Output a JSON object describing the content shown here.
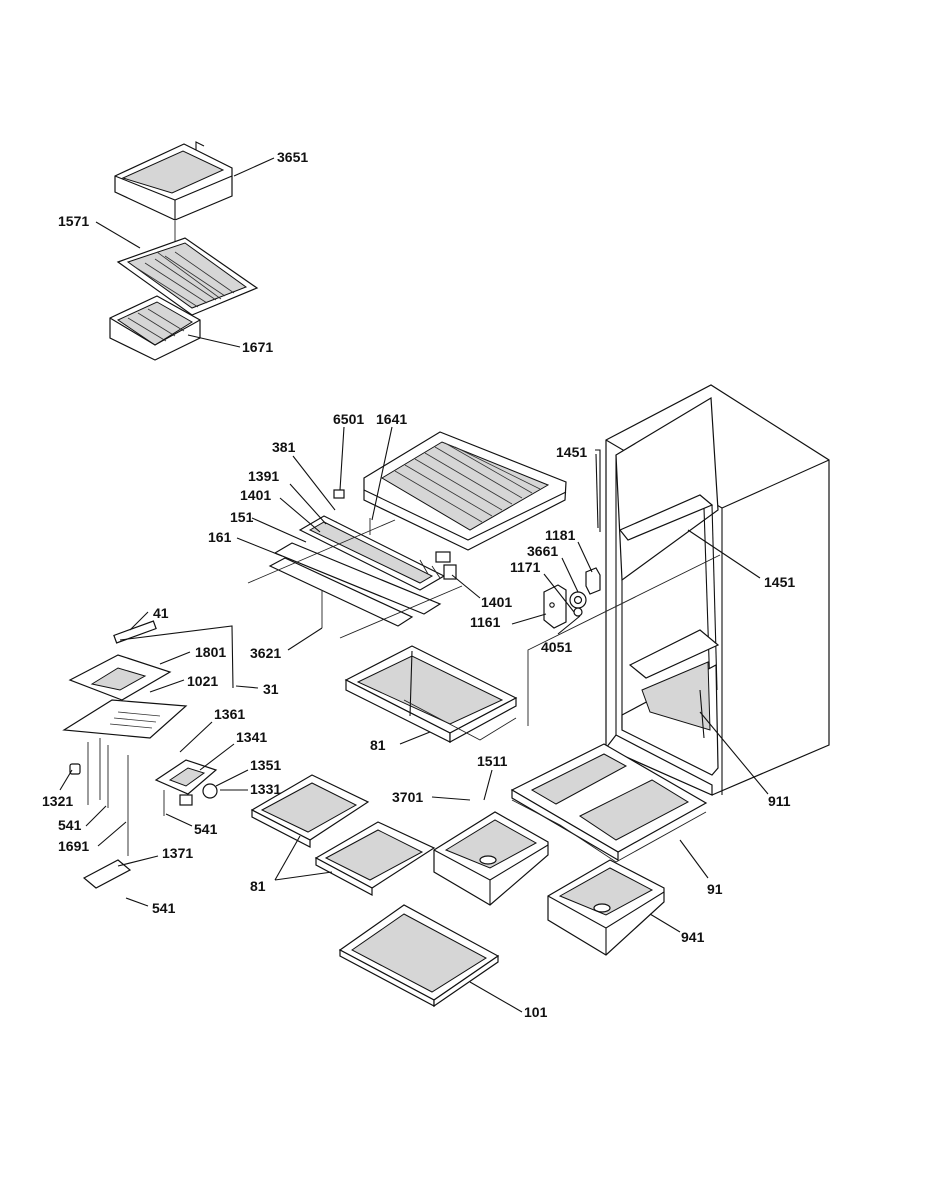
{
  "colors": {
    "ink": "#111111",
    "paper": "#ffffff",
    "shade": "#d6d6d6"
  },
  "labels": {
    "l3651": "3651",
    "l1571": "1571",
    "l1671": "1671",
    "l6501": "6501",
    "l1641": "1641",
    "l381": "381",
    "l1391": "1391",
    "l1401a": "1401",
    "l151": "151",
    "l161": "161",
    "l1401b": "1401",
    "l3621": "3621",
    "l1451a": "1451",
    "l1451b": "1451",
    "l1181": "1181",
    "l3661": "3661",
    "l1171": "1171",
    "l1161": "1161",
    "l4051": "4051",
    "l41": "41",
    "l1801": "1801",
    "l1021": "1021",
    "l31": "31",
    "l81a": "81",
    "l1361": "1361",
    "l1341": "1341",
    "l1351": "1351",
    "l1331": "1331",
    "l1321": "1321",
    "l541a": "541",
    "l541b": "541",
    "l1691": "1691",
    "l1371": "1371",
    "l541c": "541",
    "l81b": "81",
    "l3701": "3701",
    "l1511": "1511",
    "l911": "911",
    "l91": "91",
    "l941": "941",
    "l101": "101"
  }
}
